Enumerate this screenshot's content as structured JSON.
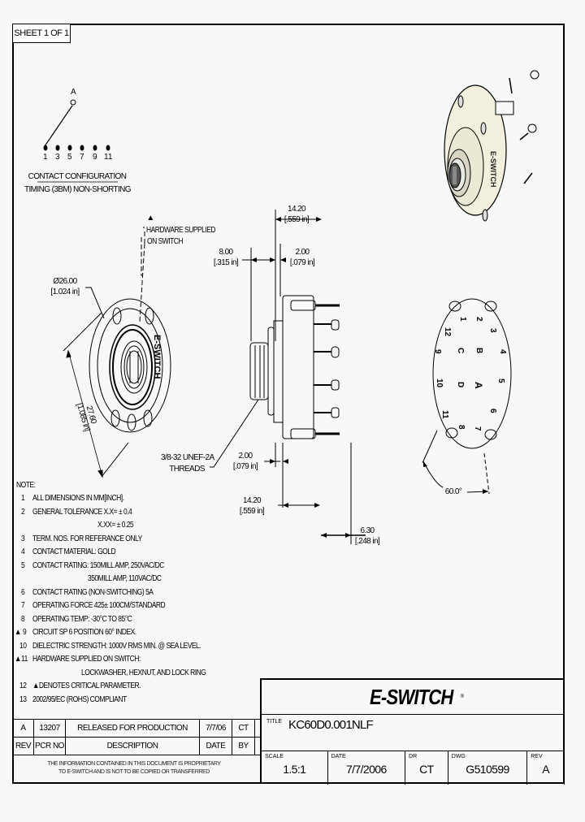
{
  "sheet": {
    "label": "SHEET 1 OF 1"
  },
  "contact_configuration": {
    "common_label": "A",
    "terminals": [
      "1",
      "3",
      "5",
      "7",
      "9",
      "11"
    ],
    "title": "CONTACT CONFIGURATION",
    "subtitle": "TIMING (3BM) NON-SHORTING"
  },
  "dimensions": {
    "hardware_note_line1": "HARDWARE SUPPLIED",
    "hardware_note_line2": "ON SWITCH",
    "dia_mm": "Ø26.00",
    "dia_in": "[1.024 in]",
    "width_mm": "27.60",
    "width_in": "[1.085 in]",
    "top_overall_mm": "14.20",
    "top_overall_in": "[.559 in]",
    "shaft_mm": "8.00",
    "shaft_in": "[.315 in]",
    "flange_mm": "2.00",
    "flange_in": "[.079 in]",
    "threads_line1": "3/8-32 UNEF-2A",
    "threads_line2": "THREADS",
    "bottom_flange_mm": "2.00",
    "bottom_flange_in": "[.079 in]",
    "bottom_overall_mm": "14.20",
    "bottom_overall_in": "[.559 in]",
    "terminal_mm": "6.30",
    "terminal_in": "[.248 in]",
    "angle": "60.0°"
  },
  "switch_face": {
    "brand_text": "E-SWITCH"
  },
  "terminal_view": {
    "labels": [
      "1",
      "2",
      "3",
      "4",
      "5",
      "6",
      "7",
      "8",
      "9",
      "10",
      "11",
      "12",
      "A",
      "C"
    ]
  },
  "notes": {
    "heading": "NOTE:",
    "items": [
      {
        "num": "1",
        "text": "ALL DIMENSIONS IN MM[INCH].",
        "critical": false
      },
      {
        "num": "2",
        "text": "GENERAL TOLERANCE  X.X= ± 0.4",
        "critical": false
      },
      {
        "num": "",
        "text": "X.XX= ± 0.25",
        "critical": false,
        "indent": true
      },
      {
        "num": "3",
        "text": "TERM. NOS. FOR REFERANCE ONLY",
        "critical": false
      },
      {
        "num": "4",
        "text": "CONTACT MATERIAL: GOLD",
        "critical": false
      },
      {
        "num": "5",
        "text": "CONTACT RATING: 150MILL AMP, 250VAC/DC",
        "critical": false
      },
      {
        "num": "",
        "text": "350MILL AMP, 110VAC/DC",
        "critical": false,
        "indent": true
      },
      {
        "num": "6",
        "text": "CONTACT RATING (NON-SWITCHING) 5A",
        "critical": false
      },
      {
        "num": "7",
        "text": "OPERATING FORCE 425± 100CM/STANDARD",
        "critical": false
      },
      {
        "num": "8",
        "text": "OPERATING TEMP: -30°C TO 85°C",
        "critical": false
      },
      {
        "num": "9",
        "text": "CIRCUIT SP 6 POSITION 60° INDEX.",
        "critical": true
      },
      {
        "num": "10",
        "text": "DIELECTRIC STRENGTH: 1000V RMS MIN. @ SEA LEVEL.",
        "critical": false
      },
      {
        "num": "11",
        "text": "HARDWARE SUPPLIED ON SWITCH:",
        "critical": true
      },
      {
        "num": "",
        "text": "LOCKWASHER, HEXNUT, AND LOCK RING",
        "critical": false,
        "indent": true
      },
      {
        "num": "12",
        "text": "▲DENOTES CRITICAL PARAMETER.",
        "critical": false
      },
      {
        "num": "13",
        "text": "2002/95/EC (ROHS) COMPLIANT",
        "critical": false
      }
    ]
  },
  "revision_table": {
    "rows": [
      {
        "rev": "A",
        "pcr_no": "13207",
        "description": "RELEASED FOR PRODUCTION",
        "date": "7/7/06",
        "by": "CT"
      }
    ],
    "headers": {
      "rev": "REV",
      "pcr_no": "PCR NO",
      "description": "DESCRIPTION",
      "date": "DATE",
      "by": "BY"
    },
    "proprietary_line1": "THE INFORMATION CONTAINED IN THIS DOCUMENT IS PROPRIETARY",
    "proprietary_line2": "TO E-SWITCH AND IS NOT TO BE COPIED OR TRANSFERRED"
  },
  "title_block": {
    "logo": "E-SWITCH",
    "title_label": "TITLE",
    "title": "KC60D0.001NLF",
    "scale_label": "SCALE",
    "scale": "1.5:1",
    "date_label": "DATE",
    "date": "7/7/2006",
    "dr_label": "DR",
    "dr": "CT",
    "dwg_label": "DWG",
    "dwg": "G510599",
    "rev_label": "REV",
    "rev": "A"
  }
}
